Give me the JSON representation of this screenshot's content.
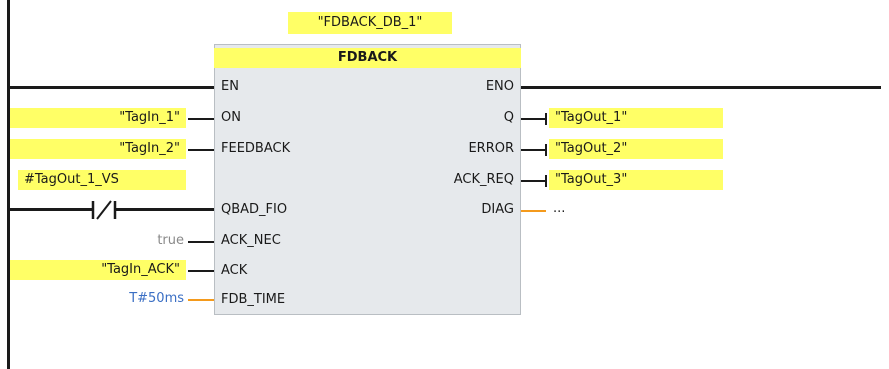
{
  "instance_db": "\"FDBACK_DB_1\"",
  "block_name": "FDBACK",
  "inputs": {
    "en": "EN",
    "on": "ON",
    "feedback": "FEEDBACK",
    "qbad_fio": "QBAD_FIO",
    "ack_nec": "ACK_NEC",
    "ack": "ACK",
    "fdb_time": "FDB_TIME"
  },
  "outputs": {
    "eno": "ENO",
    "q": "Q",
    "error": "ERROR",
    "ack_req": "ACK_REQ",
    "diag": "DIAG"
  },
  "input_tags": {
    "on": "\"TagIn_1\"",
    "feedback": "\"TagIn_2\"",
    "qbad_contact": "#TagOut_1_VS",
    "ack_nec": "true",
    "ack": "\"TagIn_ACK\"",
    "fdb_time": "T#50ms"
  },
  "output_tags": {
    "q": "\"TagOut_1\"",
    "error": "\"TagOut_2\"",
    "ack_req": "\"TagOut_3\"",
    "diag": "..."
  },
  "colors": {
    "tag_highlight": "#ffff66",
    "block_fill": "#e6e9ec",
    "wire": "#1a1a1a",
    "orange_wire": "#f49a1c",
    "time_value": "#3b6fc4",
    "constant": "#8a8a8a"
  }
}
